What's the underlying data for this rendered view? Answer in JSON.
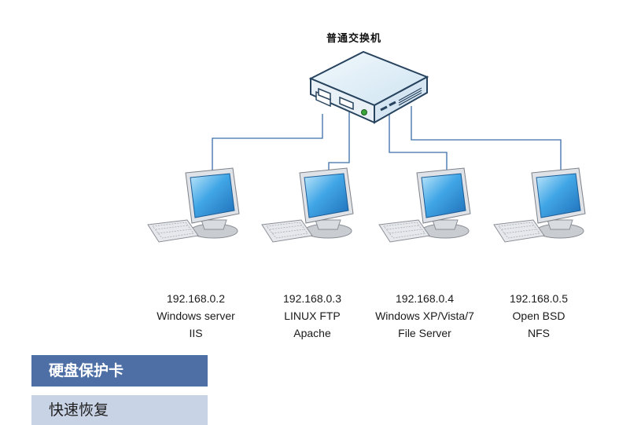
{
  "switch": {
    "label": "普通交换机",
    "icon": "network-switch-icon"
  },
  "computers": [
    {
      "ip": "192.168.0.2",
      "line1": "Windows server",
      "line2": "IIS",
      "icon": "desktop-computer-icon"
    },
    {
      "ip": "192.168.0.3",
      "line1": "LINUX FTP",
      "line2": "Apache",
      "icon": "desktop-computer-icon"
    },
    {
      "ip": "192.168.0.4",
      "line1": "Windows XP/Vista/7",
      "line2": "File Server",
      "icon": "desktop-computer-icon"
    },
    {
      "ip": "192.168.0.5",
      "line1": "Open BSD",
      "line2": "NFS",
      "icon": "desktop-computer-icon"
    }
  ],
  "footer": {
    "primary": "硬盘保护卡",
    "secondary": "快速恢复"
  },
  "colors": {
    "connector": "#3b6ea8",
    "primary_bar": "#4e6fa6",
    "secondary_bar": "#c9d3e6",
    "screen": "#2f8fd6"
  }
}
